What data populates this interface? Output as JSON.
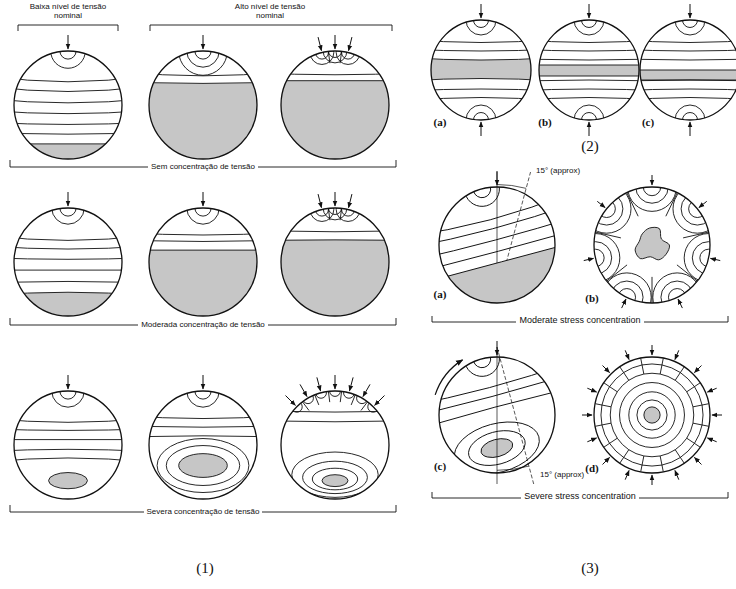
{
  "diagram": {
    "labels": [
      "Baixa nível de tensão nominal",
      "Alto nível de tensão nominal",
      "Sem concentração de tensão",
      "Moderada concentração de tensão",
      "Severa concentração de tensão",
      "(1)",
      "(a)",
      "(b)",
      "(c)",
      "(2)",
      "15° (approx)",
      "(a)",
      "(b)",
      "Moderate stress concentration",
      "15° (approx)",
      "(c)",
      "(d)",
      "Severe stress concentration",
      "(3)"
    ]
  }
}
